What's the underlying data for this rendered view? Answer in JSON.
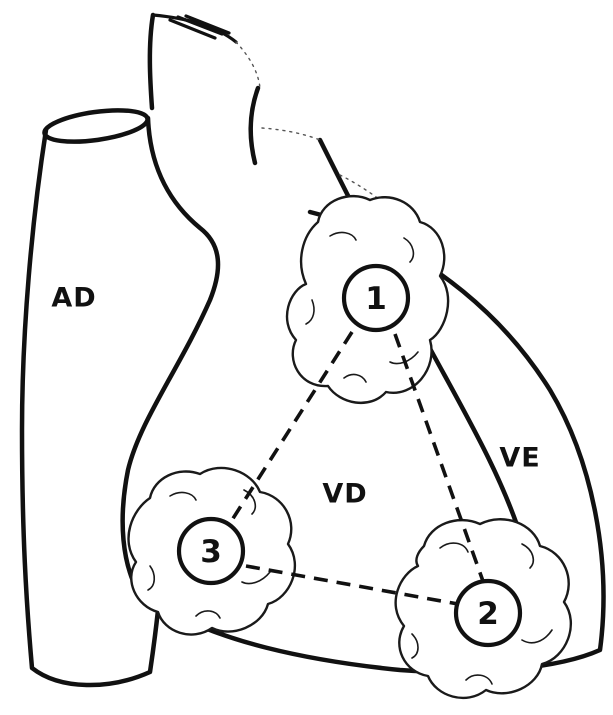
{
  "labels": {
    "right_atrium": "AD",
    "right_ventricle": "VD",
    "left_ventricle": "VE"
  },
  "sites": [
    {
      "number": "1"
    },
    {
      "number": "2"
    },
    {
      "number": "3"
    }
  ]
}
